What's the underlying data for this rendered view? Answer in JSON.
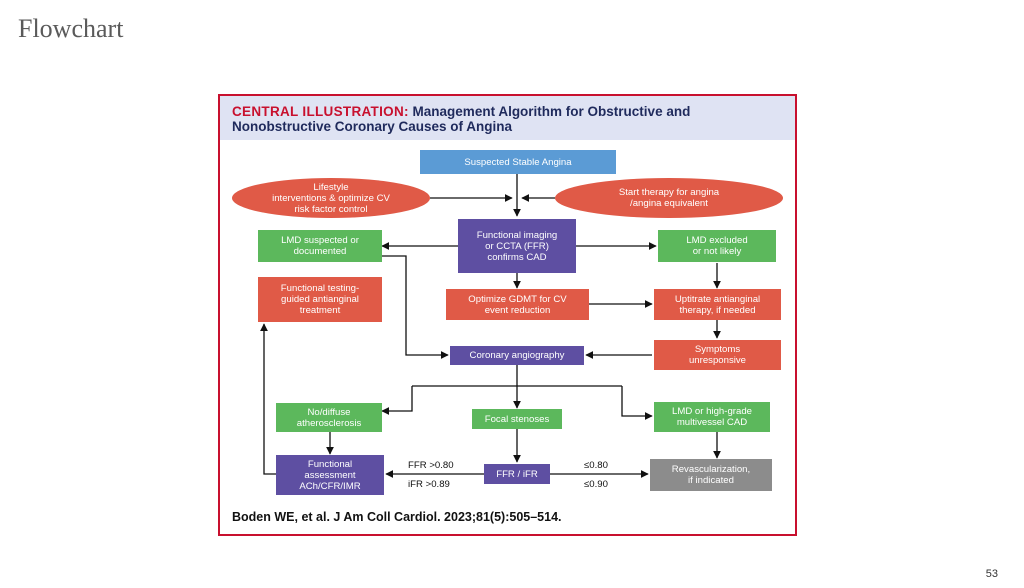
{
  "slide": {
    "title": "Flowchart",
    "page_number": "53"
  },
  "figure": {
    "title_lead": "CENTRAL ILLUSTRATION:",
    "title_rest": " Management Algorithm for Obstructive and Nonobstructive Coronary Causes of Angina",
    "citation": "Boden WE, et al. J Am Coll Cardiol. 2023;81(5):505–514."
  },
  "nodes": {
    "suspected_angina": "Suspected Stable Angina",
    "lifestyle": "Lifestyle\ninterventions & optimize CV\nrisk factor control",
    "start_therapy": "Start therapy for angina\n/angina equivalent",
    "functional_imaging": "Functional imaging\nor CCTA (FFR)\nconfirms CAD",
    "lmd_suspected": "LMD suspected or\ndocumented",
    "lmd_excluded": "LMD excluded\nor not likely",
    "functional_testing": "Functional testing-\nguided antianginal\ntreatment",
    "optimize_gdmt": "Optimize GDMT for CV\nevent reduction",
    "uptitrate": "Uptitrate antianginal\ntherapy, if needed",
    "symptoms": "Symptoms\nunresponsive",
    "coronary_angiography": "Coronary angiography",
    "no_diffuse": "No/diffuse\natherosclerosis",
    "focal_stenoses": "Focal stenoses",
    "lmd_highgrade": "LMD or high-grade\nmultivessel CAD",
    "functional_assessment": "Functional\nassessment\nACh/CFR/IMR",
    "ffr_ifr": "FFR / iFR",
    "revascularization": "Revascularization,\nif indicated"
  },
  "labels": {
    "ffr_high": "FFR >0.80",
    "ifr_high": "iFR >0.89",
    "ffr_low": "≤0.80",
    "ifr_low": "≤0.90"
  },
  "colors": {
    "blue": "#5b9bd5",
    "red": "#e05a47",
    "green": "#5cb85c",
    "purple": "#5e4fa2",
    "gray": "#8c8c8c",
    "border": "#c8102e"
  }
}
